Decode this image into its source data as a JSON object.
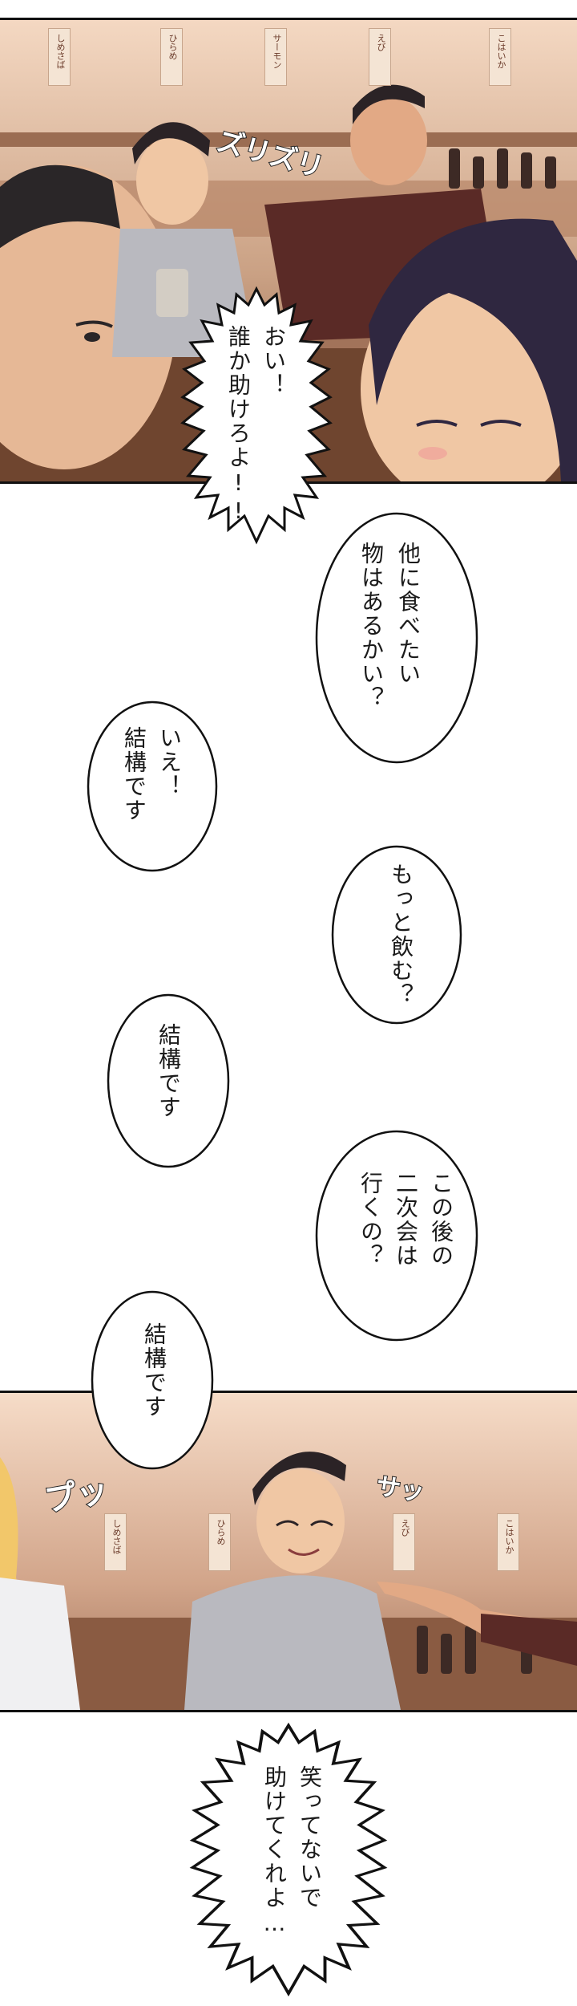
{
  "panel1": {
    "signs": [
      "しめさば",
      "ひらめ",
      "サーモン",
      "えび",
      "こはいか"
    ],
    "sfx": "ズリズリ",
    "speech": "おい！\n誰か助けろよ!!"
  },
  "dialogue": {
    "q1": "他に食べたい\n物はあるかい？",
    "a1": "いえ！\n結構です",
    "q2": "もっと飲む？",
    "a2": "結構です",
    "q3": "この後の\n二次会は\n行くの？",
    "a3": "結構です"
  },
  "panel2": {
    "signs": [
      "しめさば",
      "ひらめ",
      "えび",
      "こはいか"
    ],
    "sfx_left": "プッ",
    "sfx_right": "サッ"
  },
  "final_speech": "笑ってないで\n助けてくれよ…"
}
